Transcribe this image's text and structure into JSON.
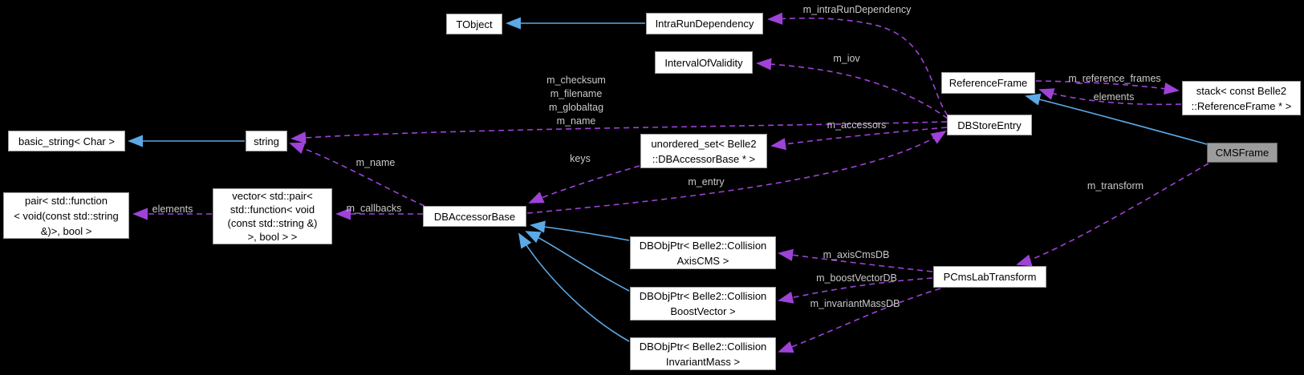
{
  "diagram": {
    "type": "class-collaboration-graph",
    "background_color": "#000000",
    "node_fill": "#ffffff",
    "node_border": "#9e9e9e",
    "highlighted_node_fill": "#9c9c9c",
    "usage_edge_color": "#9e42d8",
    "inheritance_edge_color": "#5ca9e6",
    "edge_label_color": "#c9c9c9"
  },
  "nodes": {
    "tobject": {
      "label": "TObject"
    },
    "intrarundependency": {
      "label": "IntraRunDependency"
    },
    "intervalofvalidity": {
      "label": "IntervalOfValidity"
    },
    "referenceframe": {
      "label": "ReferenceFrame"
    },
    "stack": {
      "label": "stack< const Belle2\n::ReferenceFrame * >"
    },
    "dbstoreentry": {
      "label": "DBStoreEntry"
    },
    "cmsframe": {
      "label": "CMSFrame"
    },
    "basic_string": {
      "label": "basic_string< Char >"
    },
    "string": {
      "label": "string"
    },
    "unordered_set": {
      "label": "unordered_set< Belle2\n::DBAccessorBase * >"
    },
    "pair": {
      "label": "pair< std::function\n< void(const std::string\n&)>, bool >"
    },
    "vector": {
      "label": "vector< std::pair<\nstd::function< void\n(const std::string &)\n>, bool > >"
    },
    "dbaccessorbase": {
      "label": "DBAccessorBase"
    },
    "dbobjptr_axiscms": {
      "label": "DBObjPtr< Belle2::Collision\nAxisCMS >"
    },
    "dbobjptr_boost": {
      "label": "DBObjPtr< Belle2::Collision\nBoostVector >"
    },
    "dbobjptr_mass": {
      "label": "DBObjPtr< Belle2::Collision\nInvariantMass >"
    },
    "pcmslabtransform": {
      "label": "PCmsLabTransform"
    }
  },
  "edge_labels": {
    "m_intraRunDependency": "m_intraRunDependency",
    "m_iov": "m_iov",
    "m_reference_frames": "m_reference_frames",
    "elements_right": "elements",
    "m_checksum_group": "m_checksum\nm_filename\nm_globaltag\nm_name",
    "m_accessors": "m_accessors",
    "keys": "keys",
    "m_entry": "m_entry",
    "m_name": "m_name",
    "elements_left": "elements",
    "m_callbacks": "m_callbacks",
    "m_transform": "m_transform",
    "m_axisCmsDB": "m_axisCmsDB",
    "m_boostVectorDB": "m_boostVectorDB",
    "m_invariantMassDB": "m_invariantMassDB"
  }
}
